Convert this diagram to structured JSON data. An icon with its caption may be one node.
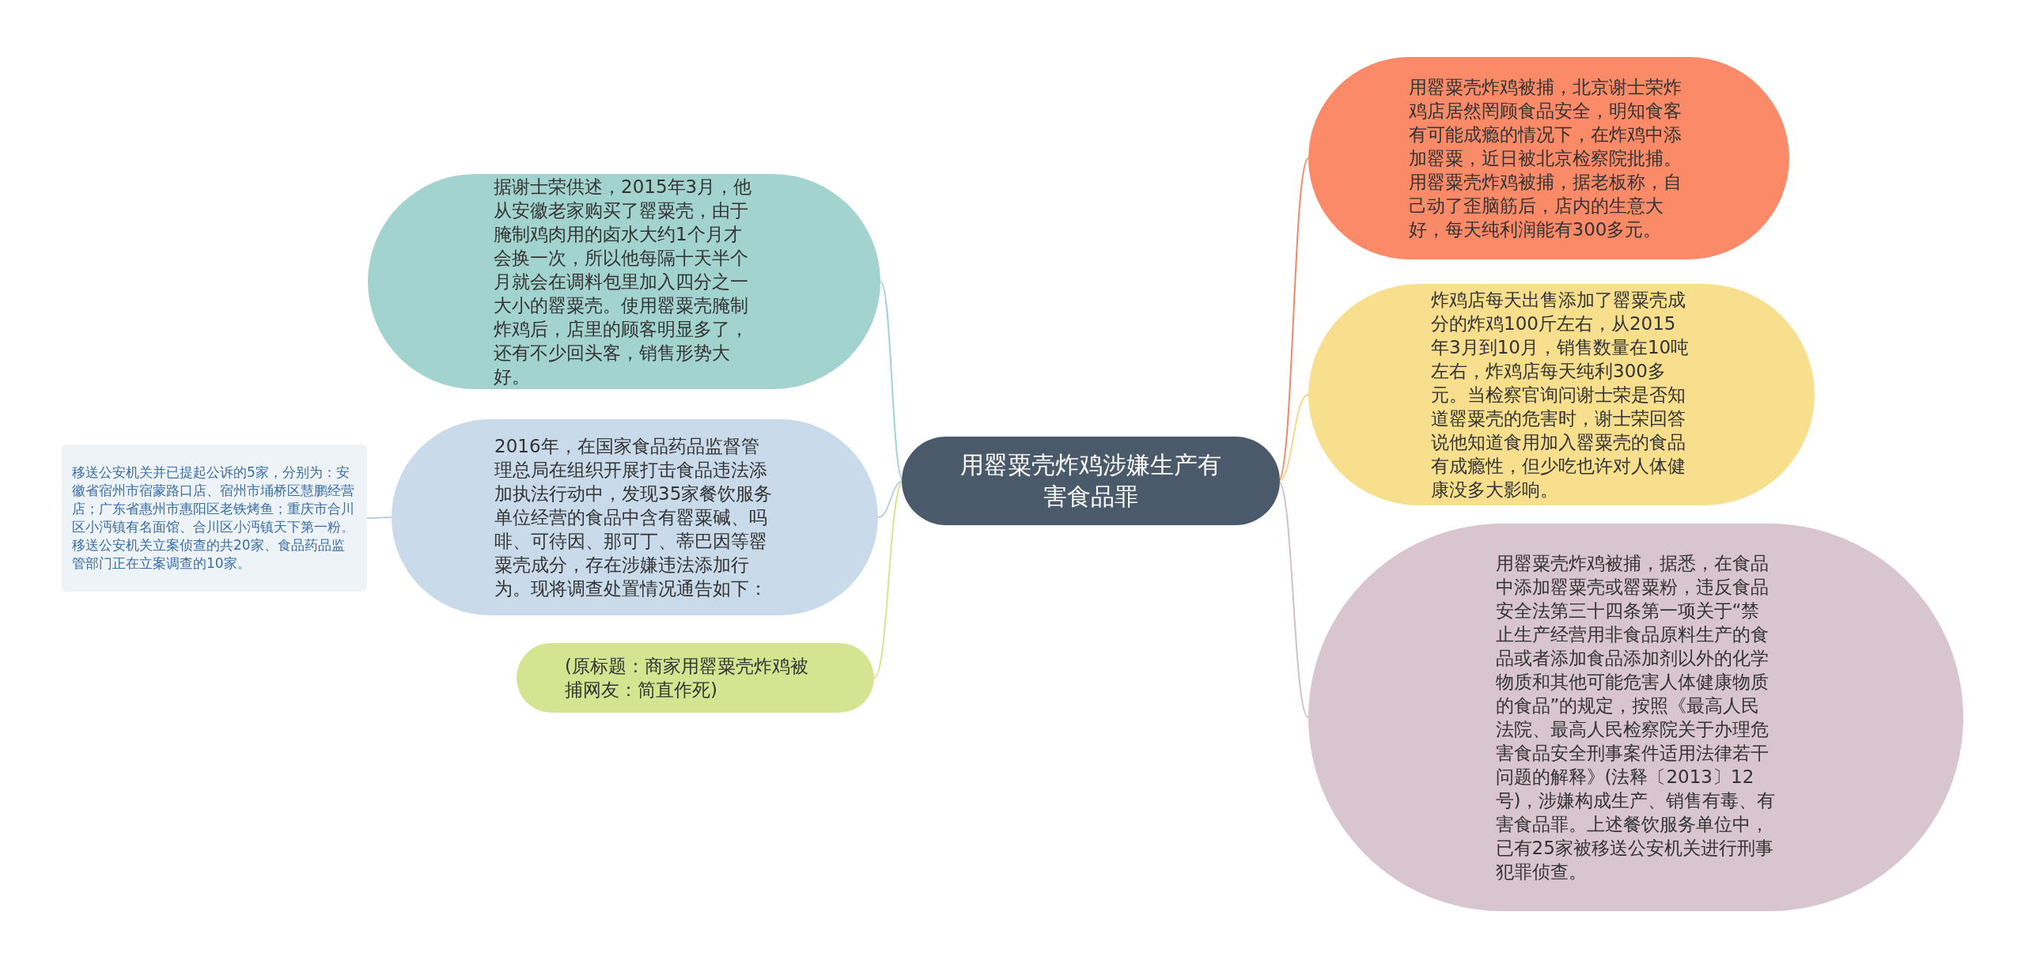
{
  "diagram": {
    "nodes": [
      {
        "text": [
          "用罂粟壳炸鸡涉嫌生产有害食品罪"
        ]
      },
      {
        "text": [
          "据谢士荣供述，2015年3月，他从安徽老家购买了罂粟壳，由于腌制鸡肉用的卤水大约1个月才会换一次，所以他每隔十天半个月就会在调料包里加入四分之一大小的罂粟壳。使用罂粟壳腌制炸鸡后，店里的顾客明显多了，还有不少回头客，销售形势大好。"
        ]
      },
      {
        "text": [
          "2016年，在国家食品药品监督管理总局在组织开展打击食品违法添加执法行动中，发现35家餐饮服务单位经营的食品中含有罂粟碱、吗啡、可待因、那可丁、蒂巴因等罂粟壳成分，存在涉嫌违法添加行为。现将调查处置情况通告如下："
        ]
      },
      {
        "text": [
          "移送公安机关并已提起公诉的5家，分别为：安徽省宿州市宿蒙路口店、宿州市埇桥区慧鹏经营店；广东省惠州市惠阳区老铁烤鱼；重庆市合川区小沔镇有名面馆、合川区小沔镇天下第一粉。移送公安机关立案侦查的共20家、食品药品监管部门正在立案调查的10家。"
        ]
      },
      {
        "text": [
          "(原标题：商家用罂粟壳炸鸡被捕网友：简直作死)"
        ]
      },
      {
        "text": [
          "用罂粟壳炸鸡被捕，北京谢士荣炸鸡店居然罔顾食品安全，明知食客有可能成瘾的情况下，在炸鸡中添加罂粟，近日被北京检察院批捕。用罂粟壳炸鸡被捕，据老板称，自己动了歪脑筋后，店内的生意大好，每天纯利润能有300多元。"
        ]
      },
      {
        "text": [
          "炸鸡店每天出售添加了罂粟壳成分的炸鸡100斤左右，从2015年3月到10月，销售数量在10吨左右，炸鸡店每天纯利300多元。当检察官询问谢士荣是否知道罂粟壳的危害时，谢士荣回答说他知道食用加入罂粟壳的食品有成瘾性，但少吃也许对人体健康没多大影响。"
        ]
      },
      {
        "text": [
          "用罂粟壳炸鸡被捕，据悉，在食品中添加罂粟壳或罂粟粉，违反食品安全法第三十四条第一项关于“禁止生产经营用非食品原料生产的食品或者添加食品添加剂以外的化学物质和其他可能危害人体健康物质的食品”的规定，按照《最高人民法院、最高人民检察院关于办理危害食品安全刑事案件适用法律若干问题的解释》(法释〔2013〕12号)，涉嫌构成生产、销售有毒、有害食品罪。上述餐饮服务单位中，已有25家被移送公安机关进行刑事犯罪侦查。"
        ]
      }
    ],
    "edges": [
      {
        "from": 0,
        "to": 1,
        "arrow": "none",
        "color": "#a3d3cf"
      },
      {
        "from": 0,
        "to": 2,
        "arrow": "none",
        "color": "#b9d0e4"
      },
      {
        "from": 2,
        "to": 3,
        "arrow": "none",
        "color": "#b9d0e4"
      },
      {
        "from": 0,
        "to": 4,
        "arrow": "none",
        "color": "#d5e490"
      },
      {
        "from": 0,
        "to": 5,
        "arrow": "none",
        "color": "#f0876a"
      },
      {
        "from": 0,
        "to": 6,
        "arrow": "none",
        "color": "#f4d98a"
      },
      {
        "from": 0,
        "to": 7,
        "arrow": "none",
        "color": "#d3c0c9"
      }
    ]
  }
}
